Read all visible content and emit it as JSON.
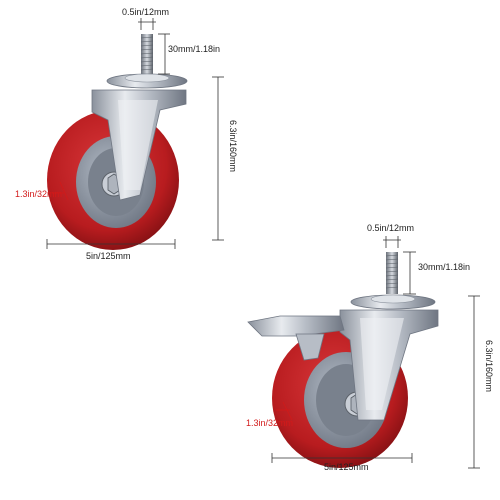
{
  "caster_top": {
    "stem_diameter": "0.5in/12mm",
    "stem_length": "30mm/1.18in",
    "height": "6.3in/160mm",
    "wheel_width": "1.3in/32mm",
    "wheel_diameter": "5in/125mm"
  },
  "caster_bottom": {
    "stem_diameter": "0.5in/12mm",
    "stem_length": "30mm/1.18in",
    "height": "6.3in/160mm",
    "wheel_width": "1.3in/32mm",
    "wheel_diameter": "5in/125mm"
  },
  "colors": {
    "tread": "#b81c1f",
    "tread_dark": "#7d0f12",
    "hub": "#8d96a3",
    "steel": "#c9ced6",
    "dimension_highlight": "#d21a1a"
  }
}
